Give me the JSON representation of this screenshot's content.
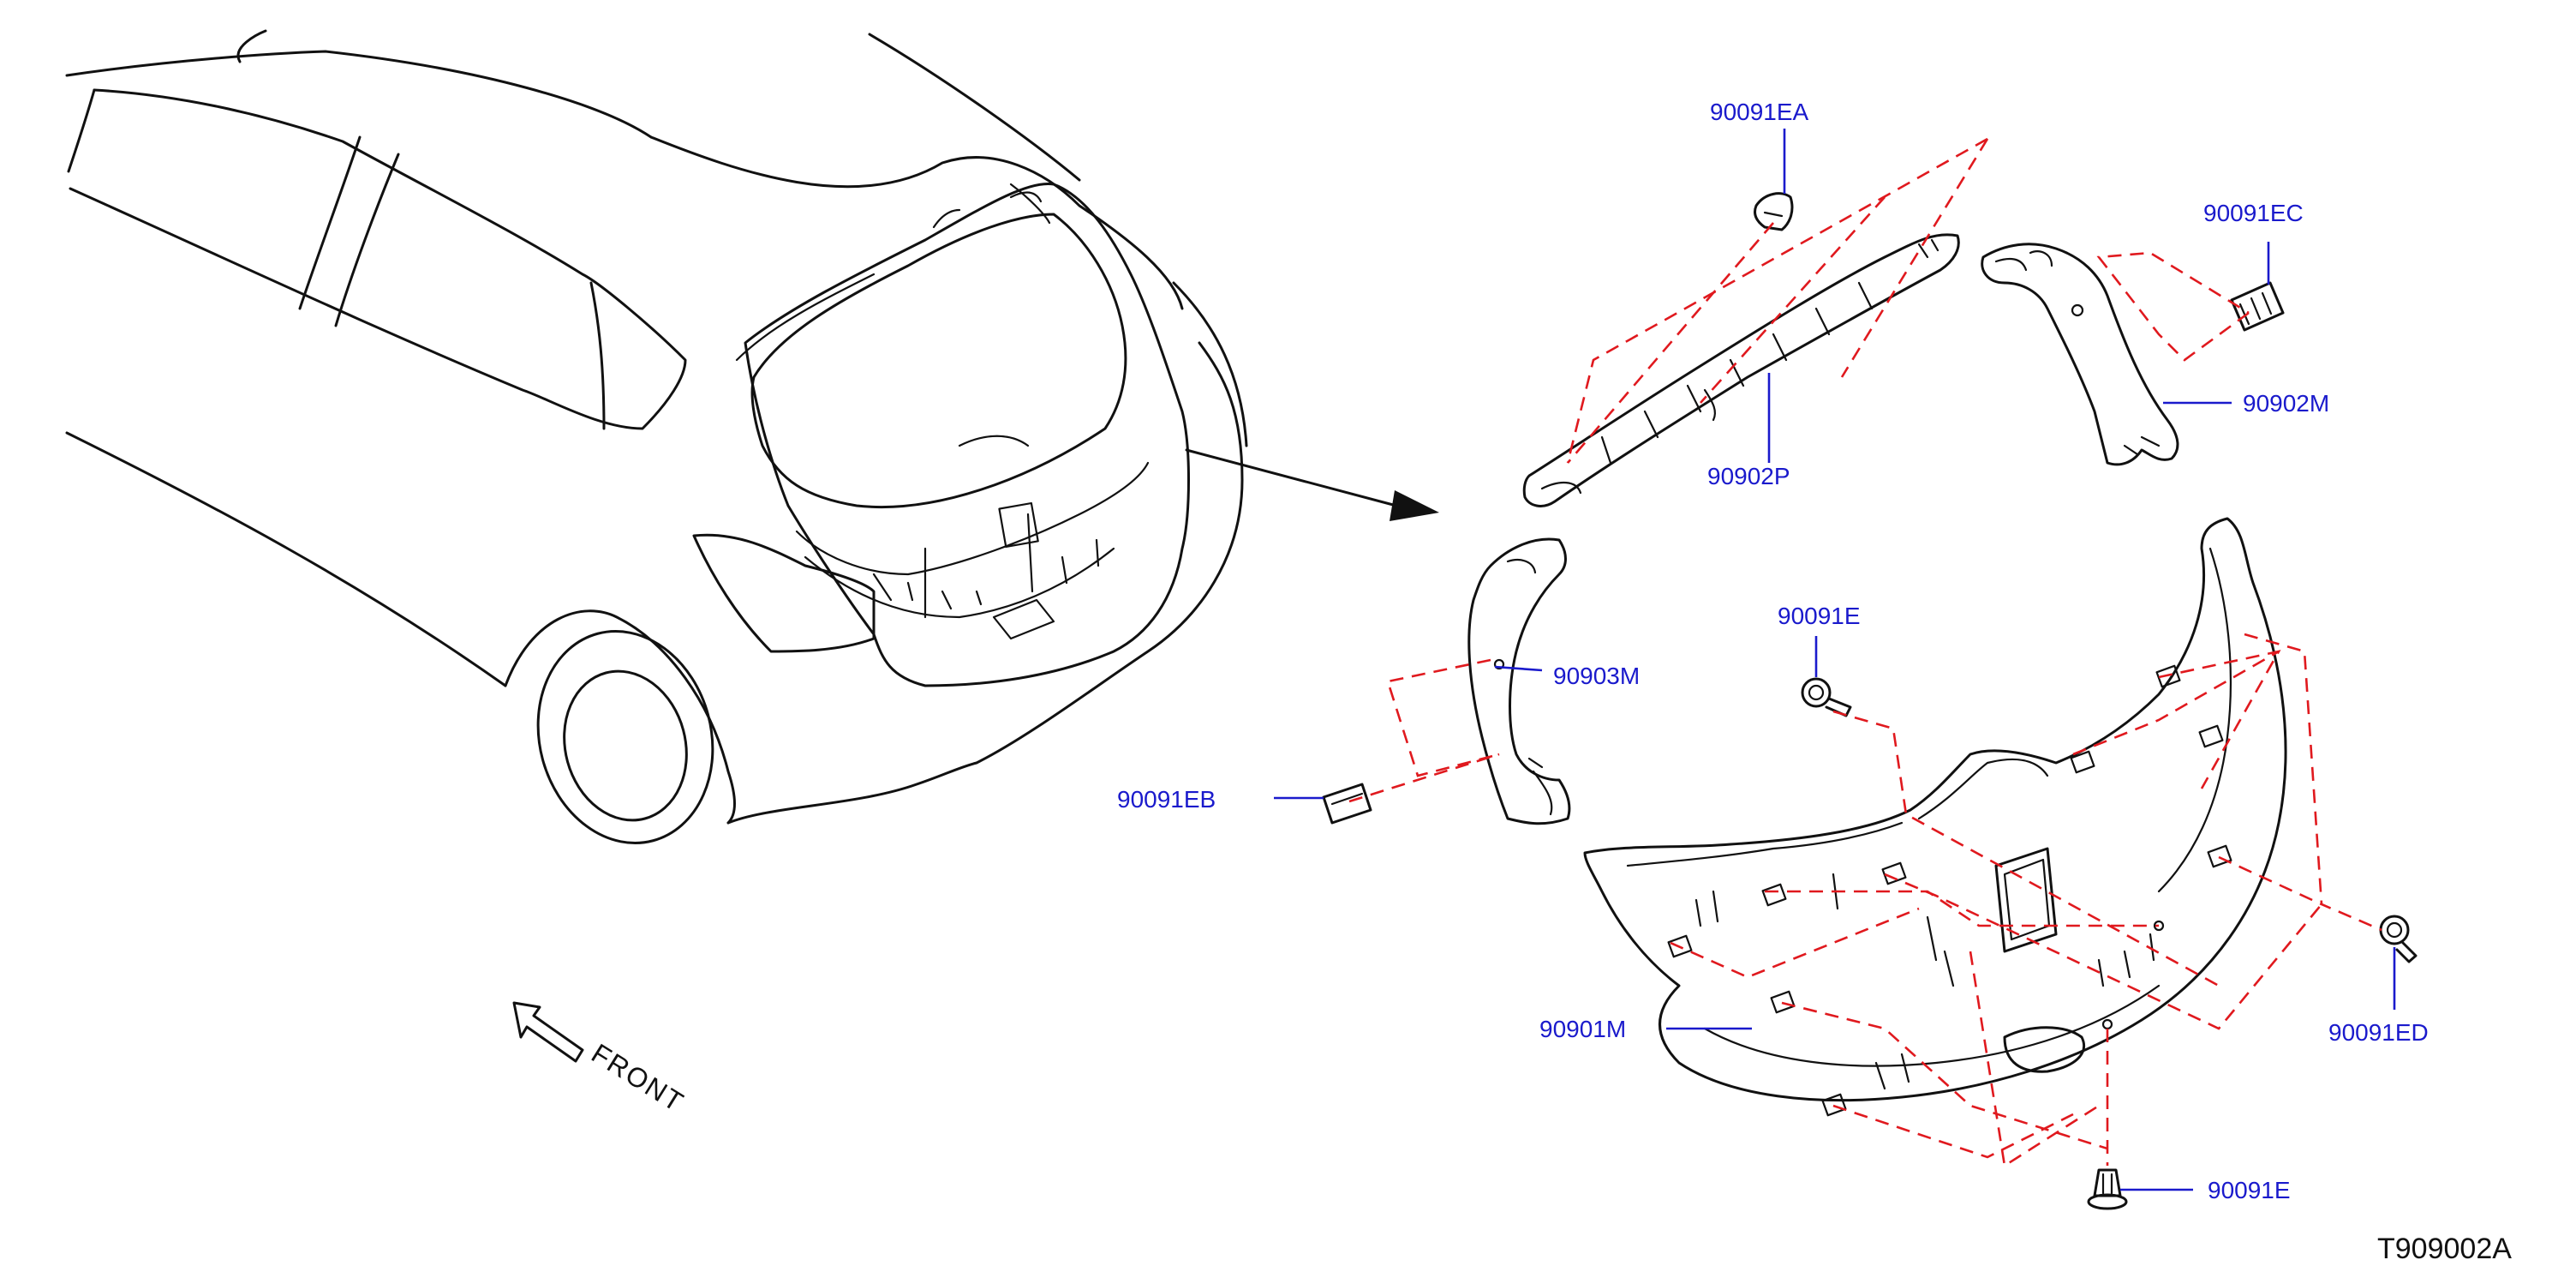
{
  "colors": {
    "line": "#111111",
    "callout": "#1a1acc",
    "dashed": "#e0191e",
    "background": "#ffffff"
  },
  "labels": {
    "p90091EA": "90091EA",
    "p90091EC": "90091EC",
    "p90902M": "90902M",
    "p90902P": "90902P",
    "p90903M": "90903M",
    "p90091E_top": "90091E",
    "p90091EB": "90091EB",
    "p90901M": "90901M",
    "p90091ED": "90091ED",
    "p90091E_bottom": "90091E"
  },
  "front_label": "FRONT",
  "diagram_code": "T909002A",
  "icons": [
    "front-direction-arrow-icon",
    "detail-pointer-arrow-icon"
  ]
}
